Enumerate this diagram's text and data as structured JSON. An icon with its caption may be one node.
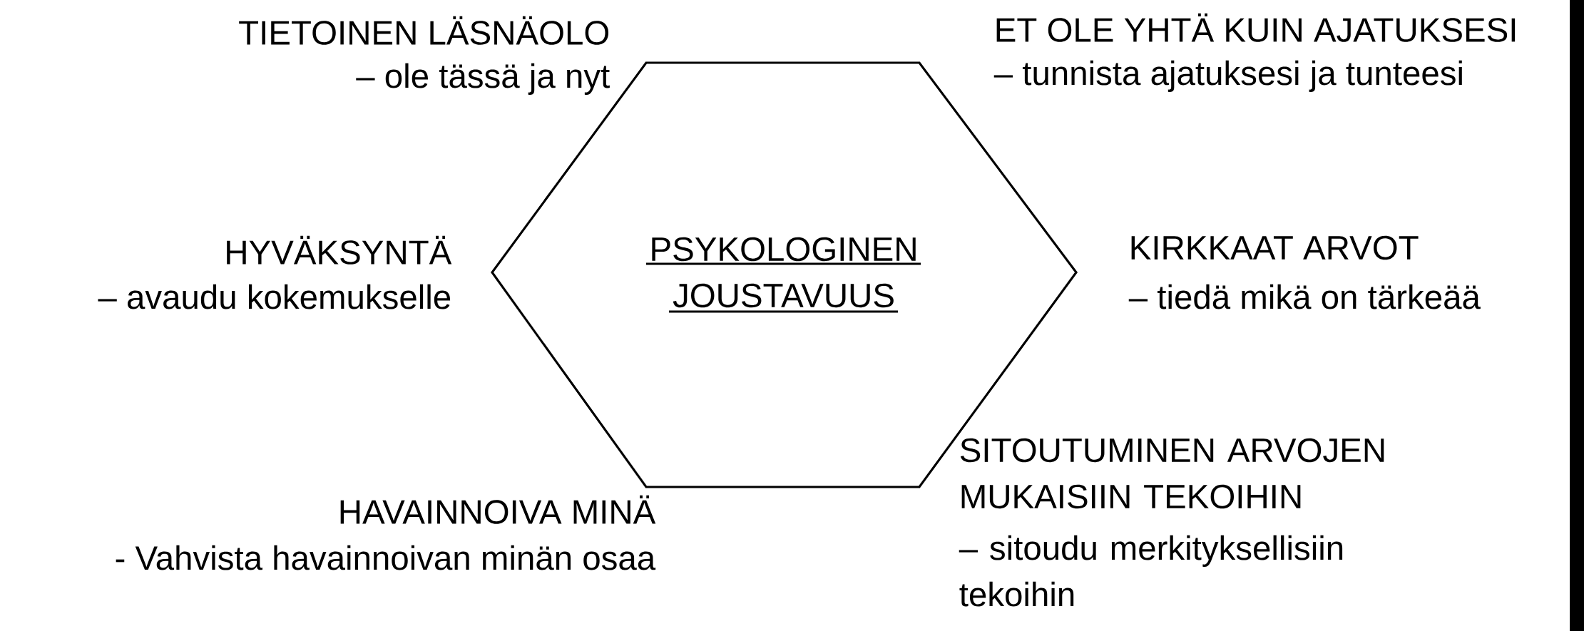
{
  "diagram": {
    "nodes": [
      {
        "text": [
          "PSYKOLOGINEN JOUSTAVUUS"
        ]
      },
      {
        "text": [],
        "shape": "bar"
      }
    ],
    "labels": [
      "TIETOINEN LÄSNÄOLO",
      "– ole tässä ja nyt",
      "ET OLE YHTÄ KUIN AJATUKSESI",
      "– tunnista ajatuksesi ja tunteesi",
      "HYVÄKSYNTÄ",
      "– avaudu kokemukselle",
      "KIRKKAAT ARVOT",
      "– tiedä mikä on tärkeää",
      "SITOUTUMINEN ARVOJEN MUKAISIIN TEKOIHIN",
      "HAVAINNOIVA MINÄ",
      "– sitoudu merkityksellisiin tekoihin",
      "- Vahvista havainnoivan minän osaa"
    ]
  }
}
